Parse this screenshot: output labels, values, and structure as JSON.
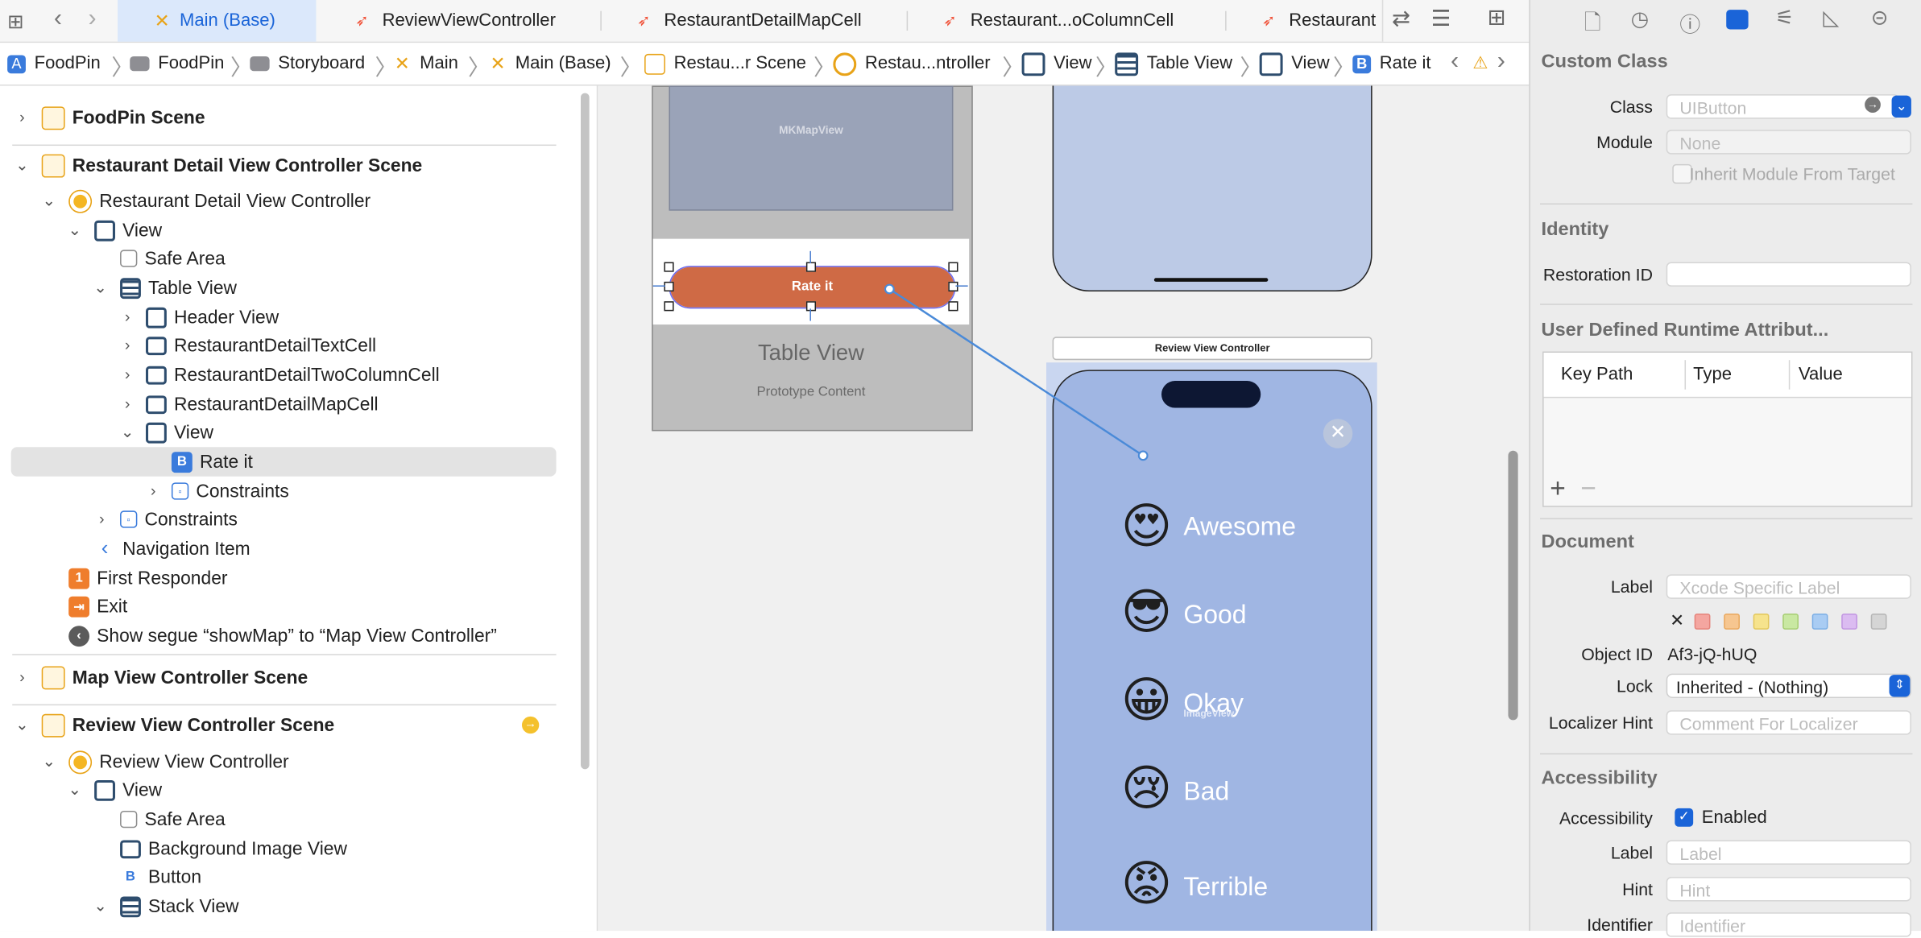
{
  "tabs": [
    {
      "label": "Main (Base)",
      "icon": "storyboard-icon"
    },
    {
      "label": "ReviewViewController",
      "icon": "swift-icon"
    },
    {
      "label": "RestaurantDetailMapCell",
      "icon": "swift-icon"
    },
    {
      "label": "Restaurant...oColumnCell",
      "icon": "swift-icon"
    },
    {
      "label": "Restaurant",
      "icon": "swift-icon"
    }
  ],
  "breadcrumb": [
    "FoodPin",
    "FoodPin",
    "Storyboard",
    "Main",
    "Main (Base)",
    "Restau...r Scene",
    "Restau...ntroller",
    "View",
    "Table View",
    "View",
    "Rate it"
  ],
  "navigator": {
    "foodpin_scene": "FoodPin Scene",
    "rdvc_scene": "Restaurant Detail View Controller Scene",
    "rdvc": "Restaurant Detail View Controller",
    "view": "View",
    "safe_area": "Safe Area",
    "table_view": "Table View",
    "header_view": "Header View",
    "text_cell": "RestaurantDetailTextCell",
    "two_col_cell": "RestaurantDetailTwoColumnCell",
    "map_cell": "RestaurantDetailMapCell",
    "view2": "View",
    "rate_it": "Rate it",
    "constraints": "Constraints",
    "constraints2": "Constraints",
    "nav_item": "Navigation Item",
    "first_responder": "First Responder",
    "exit": "Exit",
    "segue": "Show segue “showMap” to “Map View Controller”",
    "map_scene": "Map View Controller Scene",
    "review_scene": "Review View Controller Scene",
    "review_vc": "Review View Controller",
    "view3": "View",
    "safe_area2": "Safe Area",
    "bg_image": "Background Image View",
    "button": "Button",
    "stack_view": "Stack View"
  },
  "canvas": {
    "mkmapview": "MKMapView",
    "rate_button": "Rate it",
    "table_view": "Table View",
    "prototype": "Prototype Content",
    "review_title": "Review View Controller",
    "image_view": "ImageView",
    "ratings": [
      {
        "label": "Awesome",
        "emoji": "😍"
      },
      {
        "label": "Good",
        "emoji": "😎"
      },
      {
        "label": "Okay",
        "emoji": "😀"
      },
      {
        "label": "Bad",
        "emoji": "😢"
      },
      {
        "label": "Terrible",
        "emoji": "😡"
      }
    ]
  },
  "inspector": {
    "custom_class": "Custom Class",
    "class_label": "Class",
    "class_placeholder": "UIButton",
    "module_label": "Module",
    "module_placeholder": "None",
    "inherit": "Inherit Module From Target",
    "identity": "Identity",
    "restoration_label": "Restoration ID",
    "udra": "User Defined Runtime Attribut...",
    "col_keypath": "Key Path",
    "col_type": "Type",
    "col_value": "Value",
    "document": "Document",
    "doc_label": "Label",
    "doc_label_ph": "Xcode Specific Label",
    "object_id_label": "Object ID",
    "object_id": "Af3-jQ-hUQ",
    "lock_label": "Lock",
    "lock_value": "Inherited - (Nothing)",
    "localizer_label": "Localizer Hint",
    "localizer_ph": "Comment For Localizer",
    "accessibility": "Accessibility",
    "acc_label": "Accessibility",
    "enabled": "Enabled",
    "acc_label2": "Label",
    "acc_label_ph": "Label",
    "hint_label": "Hint",
    "hint_ph": "Hint",
    "identifier_label": "Identifier",
    "identifier_ph": "Identifier"
  },
  "colors": {
    "accent": "#1a64d8",
    "rate_button": "#cf6a45",
    "phone_bg": "#a0b6e3",
    "selection": "#e3e3e3"
  }
}
